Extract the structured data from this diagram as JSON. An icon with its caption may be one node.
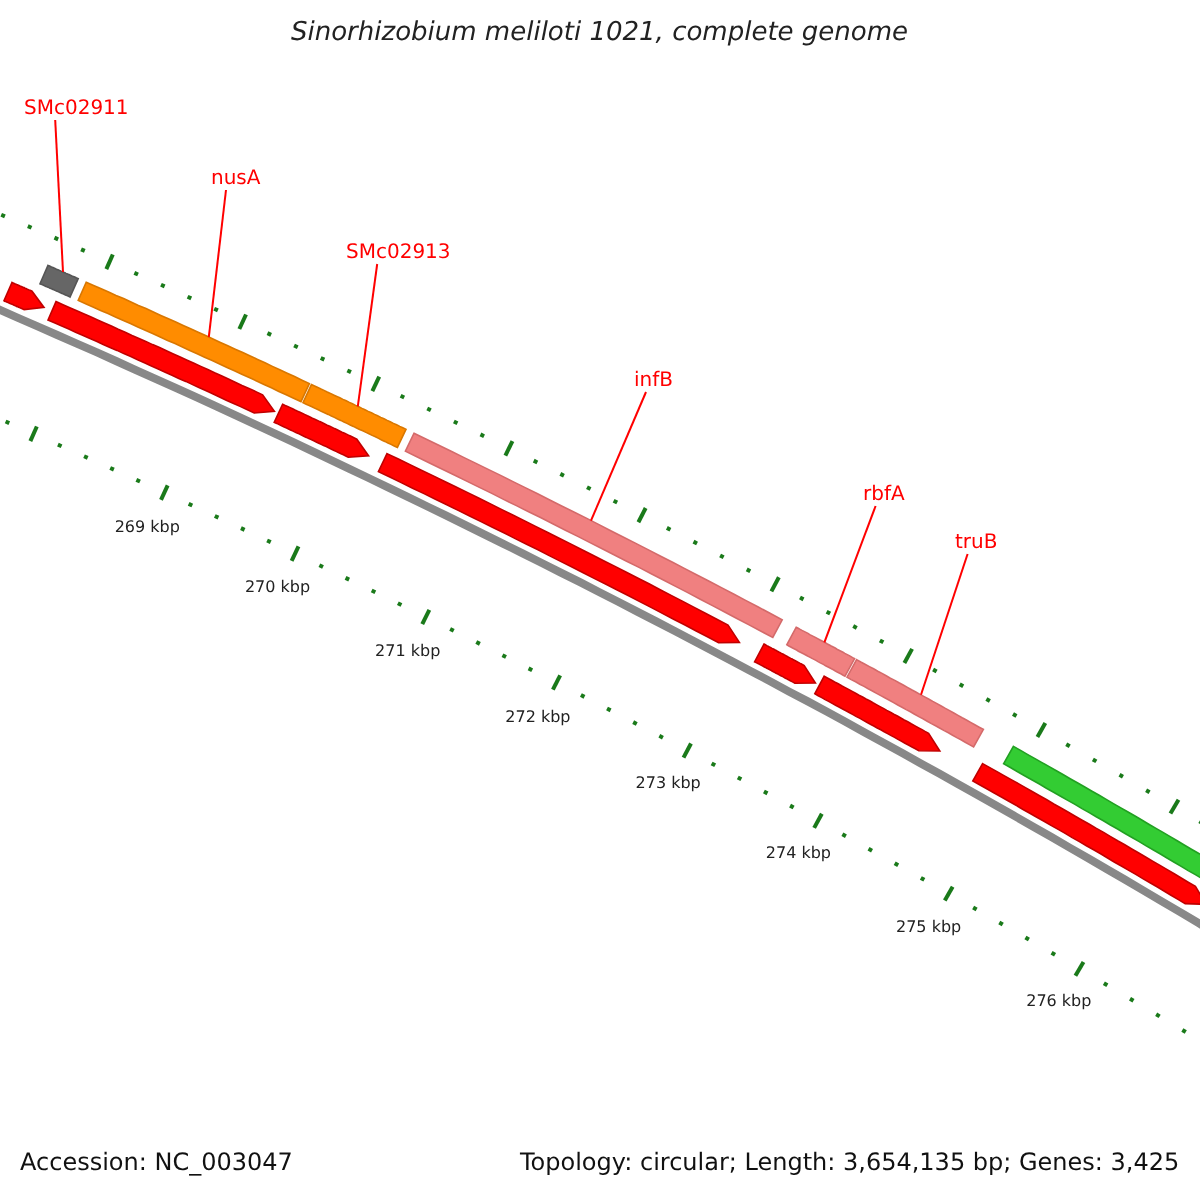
{
  "diagram": {
    "title": "Sinorhizobium meliloti 1021, complete genome",
    "nodes": [
      {
        "text": [
          "SMc02911"
        ]
      },
      {
        "text": [],
        "shape": "bar"
      },
      {
        "text": [
          "nusA"
        ]
      },
      {
        "text": [],
        "shape": "bar"
      },
      {
        "text": [
          "SMc02913"
        ]
      },
      {
        "text": [],
        "shape": "bar"
      },
      {
        "text": [
          "infB"
        ]
      },
      {
        "text": [],
        "shape": "bar"
      },
      {
        "text": [
          "rbfA"
        ]
      },
      {
        "text": [],
        "shape": "bar"
      },
      {
        "text": [
          "truB"
        ]
      },
      {
        "text": [],
        "shape": "bar"
      },
      {
        "text": [],
        "shape": "bar"
      },
      {
        "text": [],
        "shape": "arrow"
      },
      {
        "text": [],
        "shape": "arrow"
      },
      {
        "text": [],
        "shape": "arrow"
      },
      {
        "text": [],
        "shape": "arrow"
      },
      {
        "text": [],
        "shape": "arrow"
      },
      {
        "text": [],
        "shape": "arrow"
      },
      {
        "text": [],
        "shape": "arrow"
      }
    ],
    "edges": [
      {
        "from": 0,
        "to": 1,
        "arrow": "none"
      },
      {
        "from": 2,
        "to": 3,
        "arrow": "none"
      },
      {
        "from": 4,
        "to": 5,
        "arrow": "none"
      },
      {
        "from": 6,
        "to": 7,
        "arrow": "none"
      },
      {
        "from": 8,
        "to": 9,
        "arrow": "none"
      },
      {
        "from": 10,
        "to": 11,
        "arrow": "none"
      }
    ],
    "labels": [
      "269 kbp",
      "270 kbp",
      "271 kbp",
      "272 kbp",
      "273 kbp",
      "274 kbp",
      "275 kbp",
      "276 kbp",
      "Accession: NC_003047",
      "Topology: circular; Length: 3,654,135 bp; Genes: 3,425"
    ]
  }
}
